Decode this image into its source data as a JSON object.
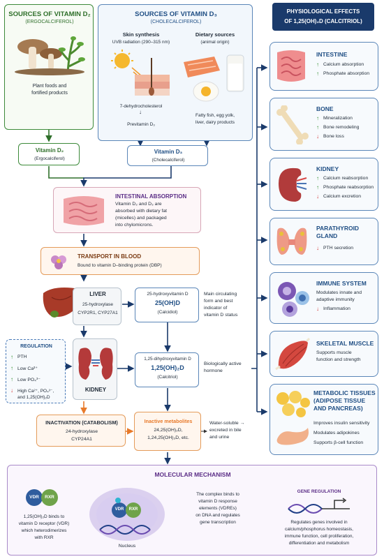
{
  "d2_source": {
    "title": "SOURCES OF VITAMIN D₂",
    "subtitle": "(ERGOCALCIFEROL)",
    "desc_1": "Plant foods and",
    "desc_2": "fortified products"
  },
  "d3_source": {
    "title": "SOURCES OF VITAMIN D₃",
    "subtitle": "(CHOLECALCIFEROL)",
    "skin_title": "Skin synthesis",
    "skin_uvb": "UVB radiation (290–315 nm)",
    "skin_step1": "7-dehydrocholesterol",
    "skin_step2": "Previtamin D₃",
    "diet_title": "Dietary sources",
    "diet_sub": "(animal origin)",
    "diet_1": "Fatty fish, egg yolk,",
    "diet_2": "liver, dairy products"
  },
  "vit_d2": {
    "name": "Vitamin D₂",
    "alt": "(Ergocalciferol)"
  },
  "vit_d3": {
    "name": "Vitamin D₃",
    "alt": "(Cholecalciferol)"
  },
  "absorption": {
    "title": "INTESTINAL ABSORPTION",
    "l1": "Vitamin D₂ and D₃ are",
    "l2": "absorbed with dietary fat",
    "l3": "(micelles) and packaged",
    "l4": "into chylomicrons."
  },
  "transport": {
    "title": "TRANSPORT IN BLOOD",
    "desc": "Bound to vitamin D–binding protein (DBP)"
  },
  "liver": {
    "title": "LIVER",
    "enzyme": "25-hydroxylase",
    "genes": "CYP2R1, CYP27A1"
  },
  "calcidiol": {
    "l1": "25-hydroxyvitamin D",
    "l2": "25(OH)D",
    "l3": "(Calcidiol)",
    "note_1": "Main circulating",
    "note_2": "form and best",
    "note_3": "indicator of",
    "note_4": "vitamin D status"
  },
  "regulation": {
    "title": "REGULATION",
    "r1": "PTH",
    "r2": "Low Ca²⁺",
    "r3": "Low PO₄³⁻",
    "r4a": "High Ca²⁺, PO₄³⁻,",
    "r4b": "and 1,25(OH)₂D"
  },
  "kidney": {
    "label": "KIDNEY"
  },
  "calcitriol": {
    "l1": "1,25-dihydroxyvitamin D",
    "l2": "1,25(OH)₂D",
    "l3": "(Calcitriol)",
    "note_1": "Biologically active",
    "note_2": "hormone"
  },
  "inactivation": {
    "title": "INACTIVATION (CATABOLISM)",
    "enzyme": "24-hydroxylase",
    "gene": "CYP24A1"
  },
  "metabolites": {
    "title": "Inactive metabolites",
    "l1": "24,25(OH)₂D,",
    "l2": "1,24,25(OH)₃D, etc.",
    "note_1": "Water-soluble →",
    "note_2": "excreted in bile",
    "note_3": "and urine"
  },
  "effects": {
    "header_1": "PHYSIOLOGICAL EFFECTS",
    "header_2": "OF 1,25(OH)₂D (CALCITRIOL)",
    "intestine": {
      "title": "INTESTINE",
      "a": "Calcium absorption",
      "b": "Phosphate absorption"
    },
    "bone": {
      "title": "BONE",
      "a": "Mineralization",
      "b": "Bone remodeling",
      "c": "Bone loss"
    },
    "kidney": {
      "title": "KIDNEY",
      "a": "Calcium reabsorption",
      "b": "Phosphate reabsorption",
      "c": "Calcium excretion"
    },
    "parathyroid": {
      "title_1": "PARATHYROID",
      "title_2": "GLAND",
      "a": "PTH secretion"
    },
    "immune": {
      "title": "IMMUNE SYSTEM",
      "a1": "Modulates innate and",
      "a2": "adaptive immunity",
      "b": "Inflammation"
    },
    "muscle": {
      "title": "SKELETAL MUSCLE",
      "a1": "Supports muscle",
      "a2": "function and strength"
    },
    "metabolic": {
      "title_1": "METABOLIC TISSUES",
      "title_2": "(ADIPOSE TISSUE",
      "title_3": "AND PANCREAS)",
      "a": "Improves insulin sensitivity",
      "b": "Modulates adipokines",
      "c": "Supports β-cell function"
    }
  },
  "molecular": {
    "title": "MOLECULAR MECHANISM",
    "vdr": "VDR",
    "rxr": "RXR",
    "bind_1": "1,25(OH)₂D binds to",
    "bind_2": "vitamin D receptor (VDR)",
    "bind_3": "which heterodimerizes",
    "bind_4": "with RXR",
    "nucleus": "Nucleus",
    "vdre_1": "The complex binds to",
    "vdre_2": "vitamin D response",
    "vdre_3": "elements (VDREs)",
    "vdre_4": "on DNA and regulates",
    "vdre_5": "gene transcription",
    "gene_title": "GENE REGULATION",
    "gene_1": "Regulates genes involved in",
    "gene_2": "calcium/phosphorus homeostasis,",
    "gene_3": "immune function, cell proliferation,",
    "gene_4": "differentiation and metabolism"
  },
  "arrows": {
    "up": "↑",
    "down": "↓"
  },
  "colors": {
    "green": "#3d8a3a",
    "blue": "#1f4e84",
    "orange": "#e87a2a",
    "purple": "#5b2d86",
    "navy": "#1a3a6b"
  }
}
